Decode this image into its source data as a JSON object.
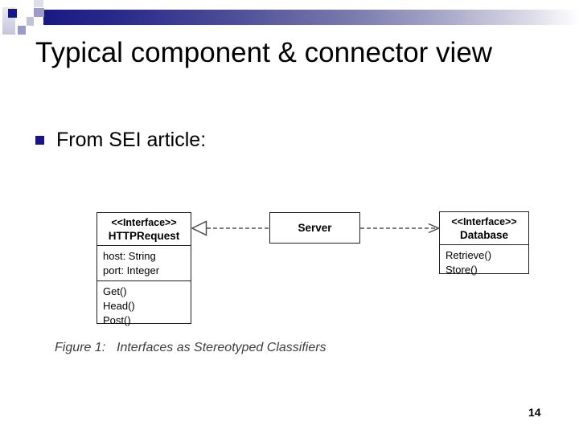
{
  "slide": {
    "title": "Typical component & connector view",
    "bullet_text": "From SEI article:",
    "page_number": "14"
  },
  "colors": {
    "accent_navy": "#16168a",
    "bar_gradient_start": "#191985",
    "connector_gray": "#7d7d7d",
    "caption_gray": "#3d3d3d"
  },
  "diagram": {
    "type": "uml-class-diagram",
    "caption": {
      "label": "Figure 1:",
      "text": "Interfaces as Stereotyped Classifiers"
    },
    "classes": [
      {
        "stereotype": "<<Interface>>",
        "name": "HTTPRequest",
        "attributes": [
          "host: String",
          "port: Integer"
        ],
        "operations": [
          "Get()",
          "Head()",
          "Post()"
        ]
      },
      {
        "stereotype": "",
        "name": "Server",
        "attributes": [],
        "operations": []
      },
      {
        "stereotype": "<<Interface>>",
        "name": "Database",
        "attributes": [],
        "operations": [
          "Retrieve()",
          "Store()"
        ]
      }
    ],
    "connectors": [
      {
        "from": "Server",
        "to": "HTTPRequest",
        "line": "dashed",
        "head": "hollow-triangle",
        "meaning": "realization"
      },
      {
        "from": "Server",
        "to": "Database",
        "line": "dashed",
        "head": "open-arrow",
        "meaning": "dependency"
      }
    ]
  }
}
